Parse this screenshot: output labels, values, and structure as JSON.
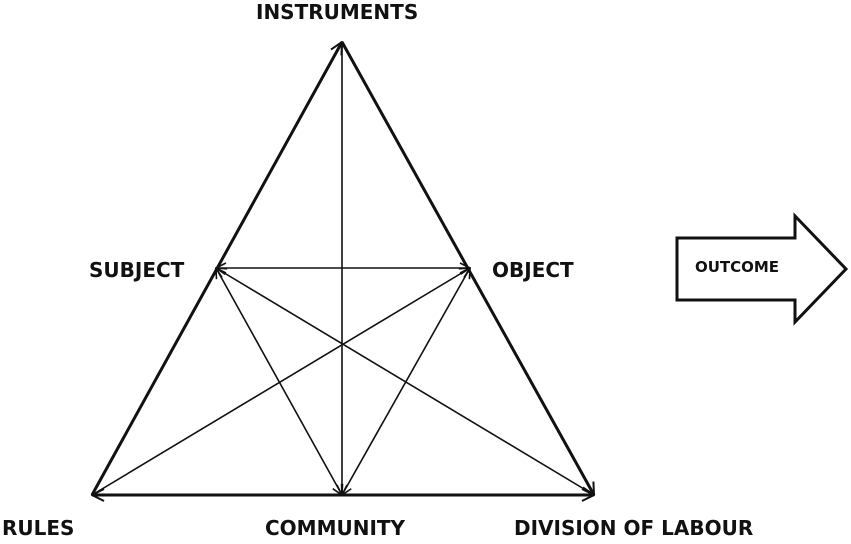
{
  "nodes": {
    "instruments": "INSTRUMENTS",
    "subject": "SUBJECT",
    "object": "OBJECT",
    "rules": "RULES",
    "community": "COMMUNITY",
    "division_of_labour": "DIVISION OF LABOUR"
  },
  "outcome": {
    "label": "OUTCOME"
  },
  "colors": {
    "stroke": "#111111",
    "fill": "#ffffff"
  }
}
